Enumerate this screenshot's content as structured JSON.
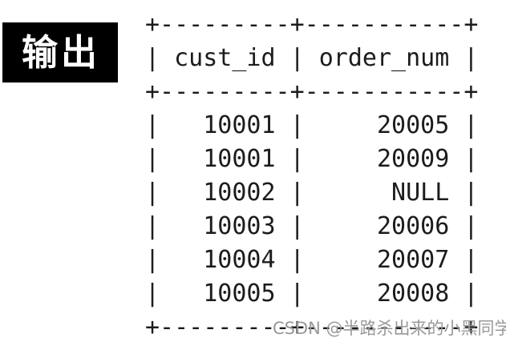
{
  "label": {
    "text": "输出",
    "bg": "#000000",
    "fg": "#ffffff"
  },
  "console_table": {
    "columns": [
      "cust_id",
      "order_num"
    ],
    "rows": [
      [
        "10001",
        "20005"
      ],
      [
        "10001",
        "20009"
      ],
      [
        "10002",
        "NULL"
      ],
      [
        "10003",
        "20006"
      ],
      [
        "10004",
        "20007"
      ],
      [
        "10005",
        "20008"
      ]
    ],
    "text_color": "#1c1c1c",
    "ascii_lines": [
      "+---------+-----------+",
      "| cust_id | order_num |",
      "+---------+-----------+",
      "|   10001 |     20005 |",
      "|   10001 |     20009 |",
      "|   10002 |      NULL |",
      "|   10003 |     20006 |",
      "|   10004 |     20007 |",
      "|   10005 |     20008 |",
      "+---------+-----------+"
    ]
  },
  "watermark": {
    "text": "CSDN @半路杀出来的小黑同学",
    "color": "#999999"
  }
}
